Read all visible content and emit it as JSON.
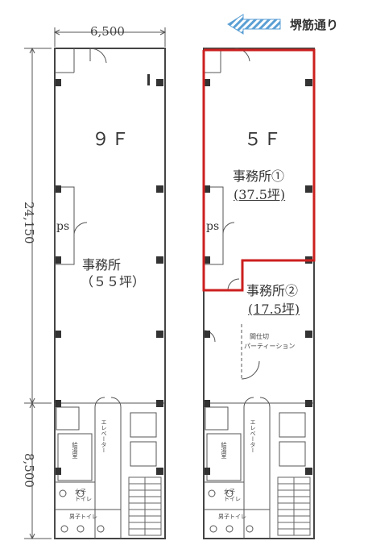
{
  "dimensions": {
    "width_top": "6,500",
    "height_main": "24,150",
    "height_core": "8,500"
  },
  "street": {
    "label": "堺筋通り",
    "arrow_icon": "street-direction-arrow-icon"
  },
  "floor_left": {
    "title": "９Ｆ",
    "room_name": "事務所",
    "room_area": "（５５坪）",
    "ps_label": "ps",
    "elevator_label": "エレベーター",
    "pipe_space_label": "給湯室",
    "toilet_women": "女子\nトイレ",
    "toilet_men": "男子トイレ"
  },
  "floor_right": {
    "title": "５Ｆ",
    "room1_name": "事務所①",
    "room1_area": "(37.5坪)",
    "room2_name": "事務所②",
    "room2_area": "(17.5坪)",
    "partition_title": "間仕切",
    "partition_label": "パーティーション",
    "ps_label": "ps",
    "elevator_label": "エレベーター",
    "pipe_space_label": "給湯室",
    "toilet_women": "女子\nトイレ",
    "toilet_men": "男子トイレ",
    "highlight_color": "#cc1f1f"
  }
}
